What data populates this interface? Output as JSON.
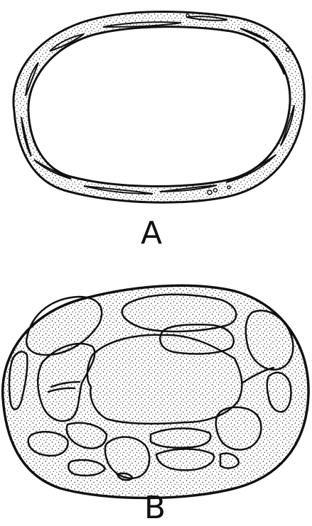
{
  "figure": {
    "panels": [
      {
        "id": "A",
        "label": "A"
      },
      {
        "id": "B",
        "label": "B"
      }
    ],
    "colors": {
      "ink": "#111111",
      "background": "#ffffff",
      "stipple": "#222222"
    }
  }
}
